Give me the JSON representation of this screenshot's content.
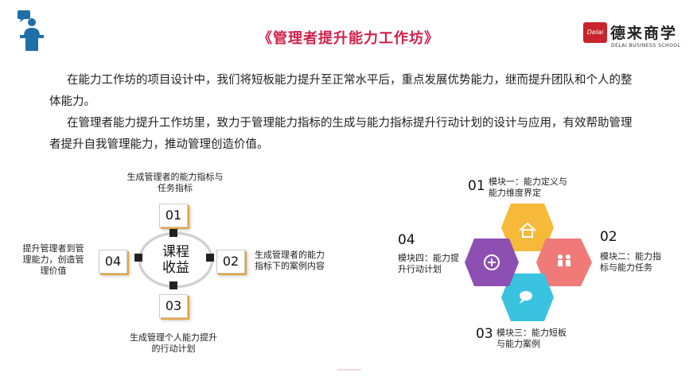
{
  "header": {
    "title": "《管理者提升能力工作坊》",
    "logo": {
      "badge": "Delai",
      "name": "德来商学",
      "sub": "DELAI BUSINESS SCHOOL"
    }
  },
  "body": {
    "paragraph1_line1": "在能力工作坊的项目设计中，我们将短板能力提升至正常水平后，重点发展优势能力，继而提升团队和个人的整",
    "paragraph1_line2": "体能力。",
    "paragraph2_line1": "在管理者能力提升工作坊里，致力于管理能力指标的生成与能力指标提升行动计划的设计与应用，有效帮助管理",
    "paragraph2_line2": "者提升自我管理能力，推动管理创造价值。"
  },
  "left_diagram": {
    "center_line1": "课程",
    "center_line2": "收益",
    "nodes": [
      {
        "num": "01",
        "label_line1": "生成管理者的能力指标与",
        "label_line2": "任务指标"
      },
      {
        "num": "02",
        "label_line1": "生成管理者的能力",
        "label_line2": "指标下的案例内容"
      },
      {
        "num": "03",
        "label_line1": "生成管理个人能力提升",
        "label_line2": "的行动计划"
      },
      {
        "num": "04",
        "label_line1": "提升管理者到管",
        "label_line2": "理能力，创造管",
        "label_line3": "理价值"
      }
    ]
  },
  "right_diagram": {
    "modules": [
      {
        "num": "01",
        "label_line1": "模块一：能力定义与",
        "label_line2": "能力维度界定",
        "color": "#f7b93a",
        "icon": "house-icon"
      },
      {
        "num": "02",
        "label_line1": "模块二：能力指",
        "label_line2": "标与能力任务",
        "color": "#f07a78",
        "icon": "people-icon"
      },
      {
        "num": "03",
        "label_line1": "模块三：能力短板",
        "label_line2": "与能力案例",
        "color": "#39c3de",
        "icon": "chat-icon"
      },
      {
        "num": "04",
        "label_line1": "模块四：能力提",
        "label_line2": "升行动计划",
        "color": "#8e4fb3",
        "icon": "plus-icon"
      }
    ]
  },
  "colors": {
    "title": "#d2204a",
    "accent_orange": "#e8a23b",
    "speaker_icon": "#1e6fa8"
  }
}
